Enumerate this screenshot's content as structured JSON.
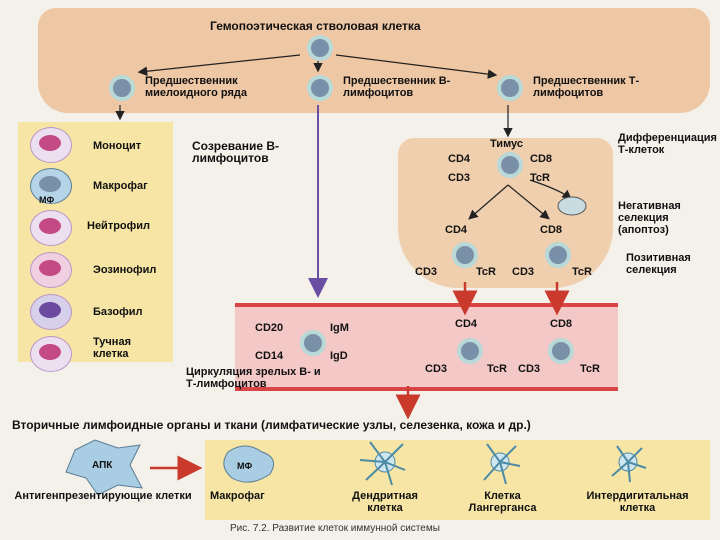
{
  "top": {
    "stem_cell": "Гемопоэтическая стволовая клетка",
    "myeloid_precursor": "Предшественник миелоидного ряда",
    "b_precursor": "Предшественник В-лимфоцитов",
    "t_precursor": "Предшественник Т-лимфоцитов"
  },
  "myeloid_cells": [
    "Моноцит",
    "Макрофаг",
    "Нейтрофил",
    "Эозинофил",
    "Базофил",
    "Тучная клетка"
  ],
  "mf_short": "МФ",
  "b_maturation": "Созревание В-лимфоцитов",
  "thymus": {
    "title": "Тимус",
    "differentiation": "Дифференциация Т-клеток",
    "negative_selection": "Негативная селекция (апоптоз)",
    "positive_selection": "Позитивная селекция",
    "cd4": "CD4",
    "cd8": "CD8",
    "cd3": "CD3",
    "tcr": "TcR"
  },
  "circulation": {
    "b_markers": [
      "CD20",
      "IgM",
      "CD14",
      "IgD"
    ],
    "label": "Циркуляция зрелых В- и Т-лимфоцитов",
    "cd4": "CD4",
    "cd8": "CD8",
    "cd3": "CD3",
    "tcr": "TcR"
  },
  "secondary_organs": "Вторичные лимфоидные органы и ткани (лимфатические узлы, селезенка, кожа и др.)",
  "apc": {
    "short": "АПК",
    "label": "Антигенпрезентирующие клетки",
    "cells": [
      "Макрофаг",
      "Дендритная клетка",
      "Клетка Лангерганса",
      "Интердигитальная клетка"
    ]
  },
  "caption": "Рис. 7.2. Развитие клеток иммунной системы",
  "colors": {
    "top_band": "#eec7a5",
    "panel_yellow": "#f6e5a4",
    "circulation_band": "#f5c8c8",
    "arrow_red": "#c93a2d",
    "arrow_purple": "#6a4fa3"
  }
}
